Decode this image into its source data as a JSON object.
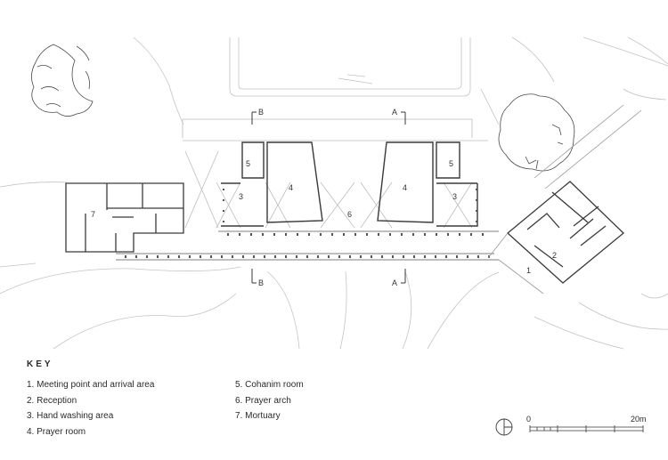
{
  "plan": {
    "room_labels": [
      {
        "id": "r5-left",
        "text": "5"
      },
      {
        "id": "r4-left",
        "text": "4"
      },
      {
        "id": "r3-left",
        "text": "3"
      },
      {
        "id": "r6",
        "text": "6"
      },
      {
        "id": "r4-right",
        "text": "4"
      },
      {
        "id": "r5-right",
        "text": "5"
      },
      {
        "id": "r3-right",
        "text": "3"
      },
      {
        "id": "r7",
        "text": "7"
      },
      {
        "id": "r2",
        "text": "2"
      },
      {
        "id": "r1",
        "text": "1"
      }
    ],
    "section_marks": [
      {
        "id": "b-top",
        "text": "B"
      },
      {
        "id": "a-top",
        "text": "A"
      },
      {
        "id": "b-bottom",
        "text": "B"
      },
      {
        "id": "a-bottom",
        "text": "A"
      }
    ]
  },
  "key": {
    "title": "KEY",
    "items": [
      "1. Meeting point and arrival area",
      "2. Reception",
      "3. Hand washing area",
      "4. Prayer room",
      "5. Cohanim room",
      "6. Prayer arch",
      "7. Mortuary"
    ]
  },
  "scale_bar": {
    "start_label": "0",
    "end_label": "20m"
  },
  "colors": {
    "line": "#3a3a3a",
    "light_line": "#bdbdbd",
    "background": "#ffffff"
  },
  "icons": {
    "north": "north-arrow-icon"
  }
}
